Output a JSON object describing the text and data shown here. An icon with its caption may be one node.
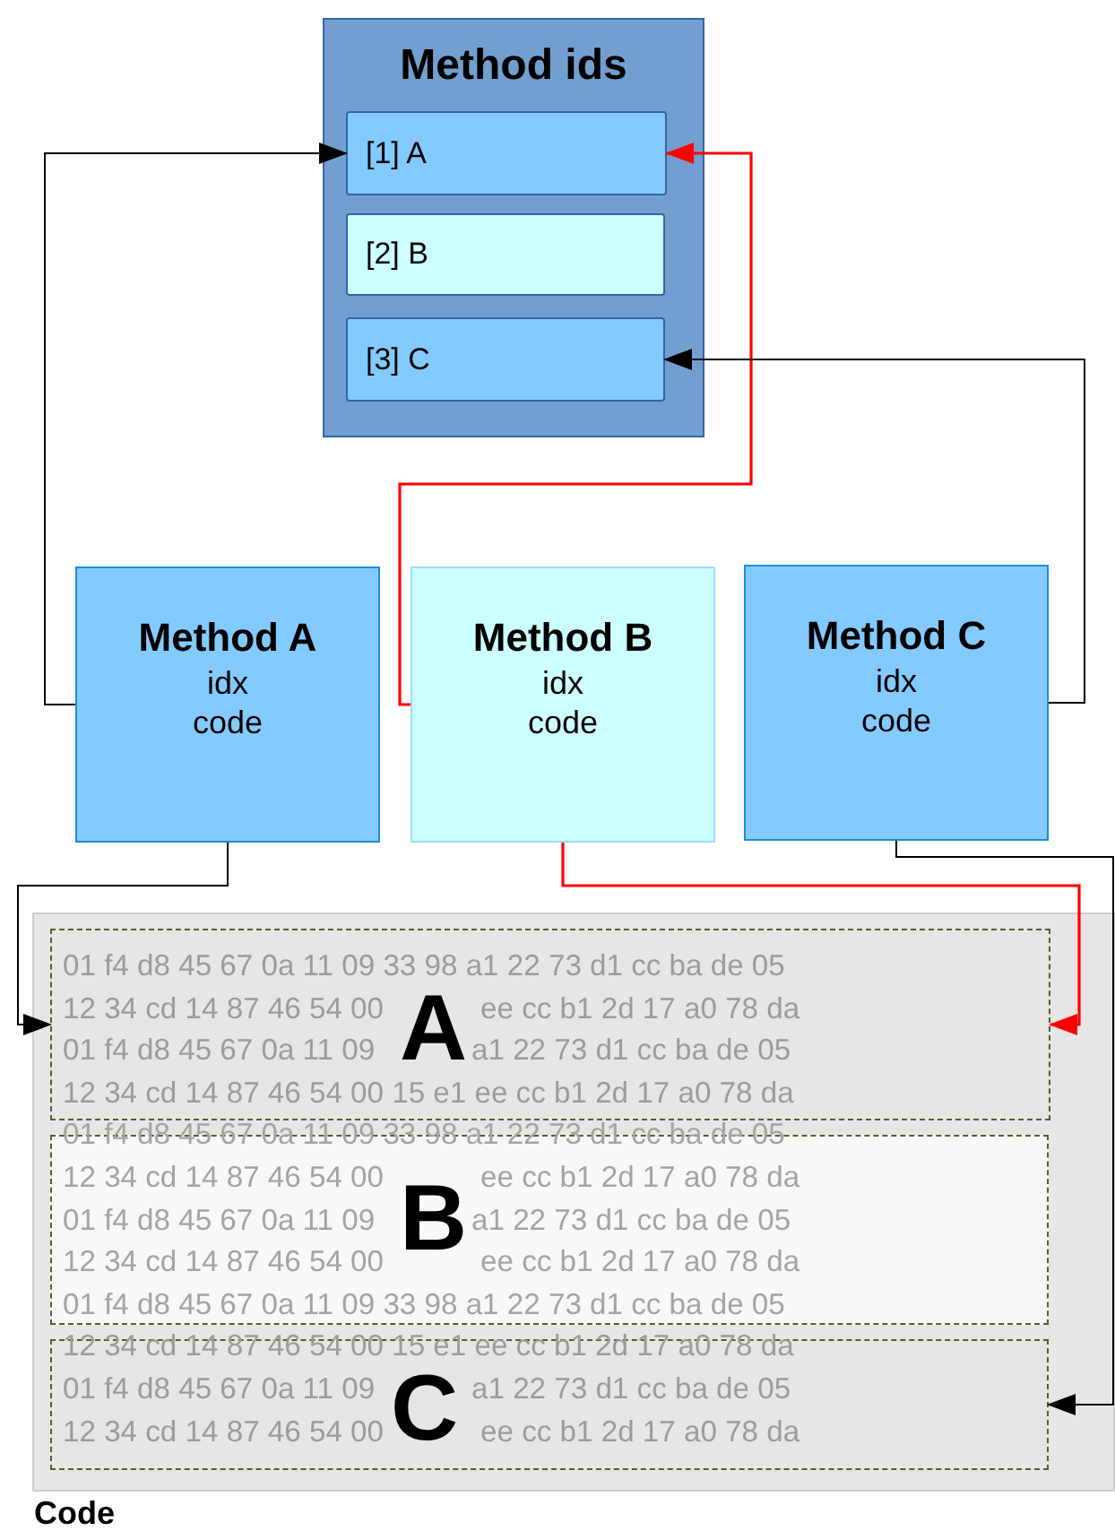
{
  "diagram": {
    "nodes": [
      {
        "text": [
          "Method ids"
        ]
      },
      {
        "text": [
          "[1] A"
        ],
        "in": 0
      },
      {
        "text": [
          "[2] B"
        ],
        "in": 0
      },
      {
        "text": [
          "[3] C"
        ],
        "in": 0
      },
      {
        "text": [
          "Method A",
          "idx",
          "code"
        ]
      },
      {
        "text": [
          "Method B",
          "idx",
          "code"
        ]
      },
      {
        "text": [
          "Method C",
          "idx",
          "code"
        ]
      },
      {
        "text": [
          "Code"
        ]
      },
      {
        "text": [
          "A"
        ],
        "in": 7
      },
      {
        "text": [
          "B"
        ],
        "in": 7
      },
      {
        "text": [
          "C"
        ],
        "in": 7
      }
    ],
    "edges": [
      {
        "from": 4,
        "to": 1,
        "arrow": "to"
      },
      {
        "from": 5,
        "to": 1,
        "arrow": "to",
        "color": "#ff0000"
      },
      {
        "from": 6,
        "to": 3,
        "arrow": "to"
      },
      {
        "from": 4,
        "to": 8,
        "arrow": "to"
      },
      {
        "from": 5,
        "to": 8,
        "arrow": "to",
        "color": "#ff0000"
      },
      {
        "from": 6,
        "to": 10,
        "arrow": "to"
      }
    ],
    "labels": [
      "01 f4 d8 45 67 0a 11 09 33 98 a1 22 73 d1 cc ba de 05",
      "12 34 cd 14 87 46 54 00",
      "ee cc b1 2d 17 a0 78 da",
      "01 f4 d8 45 67 0a 11 09",
      "a1 22 73 d1 cc ba de 05",
      "12 34 cd 14 87 46 54 00 15 e1 ee cc b1 2d 17 a0 78 da",
      "01 f4 d8 45 67 0a 11 09 33 98 a1 22 73 d1 cc ba de 05",
      "12 34 cd 14 87 46 54 00",
      "ee cc b1 2d 17 a0 78 da",
      "01 f4 d8 45 67 0a 11 09",
      "a1 22 73 d1 cc ba de 05",
      "12 34 cd 14 87 46 54 00",
      "ee cc b1 2d 17 a0 78 da",
      "01 f4 d8 45 67 0a 11 09 33 98 a1 22 73 d1 cc ba de 05",
      "12 34 cd 14 87 46 54 00 15 e1 ee cc b1 2d 17 a0 78 da",
      "01 f4 d8 45 67 0a 11 09",
      "a1 22 73 d1 cc ba de 05",
      "12 34 cd 14 87 46 54 00",
      "ee cc b1 2d 17 a0 78 da"
    ]
  }
}
